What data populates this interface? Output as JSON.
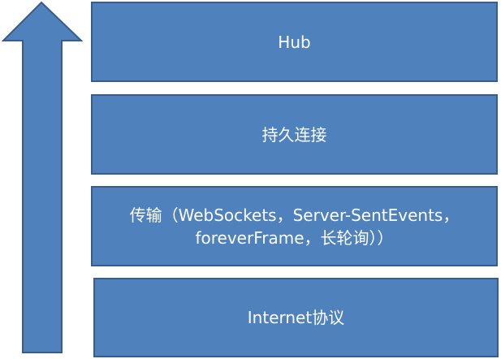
{
  "diagram": {
    "layers": [
      {
        "id": "hub",
        "label": "Hub"
      },
      {
        "id": "persistent",
        "label": "持久连接"
      },
      {
        "id": "transport",
        "label_line1": "传输（WebSockets，Server-SentEvents，",
        "label_line2": "foreverFrame，长轮询））"
      },
      {
        "id": "internet",
        "label": "Internet协议"
      }
    ],
    "arrow": {
      "direction": "up"
    },
    "colors": {
      "fill": "#4f81bd",
      "stroke": "#385d8a",
      "text": "#ffffff",
      "background": "#ffffff"
    }
  }
}
